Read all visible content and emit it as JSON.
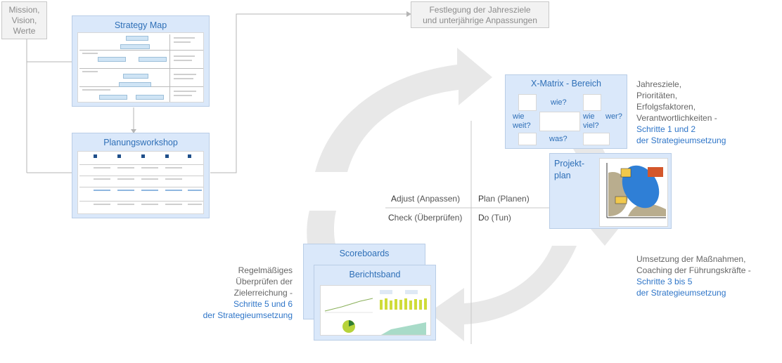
{
  "colors": {
    "box_blue": "#dae8fa",
    "title_blue": "#2e6fb7",
    "link_blue": "#2e75c8",
    "gray_box": "#f2f2f2",
    "cycle_gray": "#e6e6e6"
  },
  "mission_box": {
    "line1": "Mission,",
    "line2": "Vision,",
    "line3": "Werte"
  },
  "festlegung_box": {
    "line1": "Festlegung der Jahresziele",
    "line2": "und unterjährige Anpassungen"
  },
  "strategy_map": {
    "title": "Strategy Map"
  },
  "planungsworkshop": {
    "title": "Planungsworkshop"
  },
  "xmatrix": {
    "title": "X-Matrix  - Bereich",
    "labels": {
      "wie_top": "wie?",
      "wie_left": "wie",
      "weit": "weit?",
      "wie_right": "wie",
      "viel": "viel?",
      "wer": "wer?",
      "was": "was?"
    }
  },
  "projektplan": {
    "title_line1": "Projekt-",
    "title_line2": "plan"
  },
  "scoreboards": {
    "title": "Scoreboards"
  },
  "berichtsband": {
    "title": "Berichtsband"
  },
  "pdca": {
    "adjust_first": "A",
    "adjust_rest": "djust (Anpassen)",
    "plan_first": "P",
    "plan_rest": "lan (Planen)",
    "check_first": "C",
    "check_rest": "heck (Überprüfen)",
    "do_first": "D",
    "do_rest": "o (Tun)"
  },
  "note_top_right": {
    "line1": "Jahresziele,",
    "line2": "Prioritäten,",
    "line3": "Erfolgsfaktoren,",
    "line4": "Verantwortlichkeiten  -",
    "link1": "Schritte 1 und 2",
    "link2": "der Strategieumsetzung"
  },
  "note_bottom_right": {
    "line1": "Umsetzung der Maßnahmen,",
    "line2": "Coaching der Führungskräfte  -",
    "link1": "Schritte 3 bis 5",
    "link2": "der Strategieumsetzung"
  },
  "note_left": {
    "line1": "Regelmäßiges",
    "line2": "Überprüfen  der",
    "line3": "Zielerreichung  -",
    "link1": "Schritte 5 und 6",
    "link2": "der Strategieumsetzung"
  }
}
